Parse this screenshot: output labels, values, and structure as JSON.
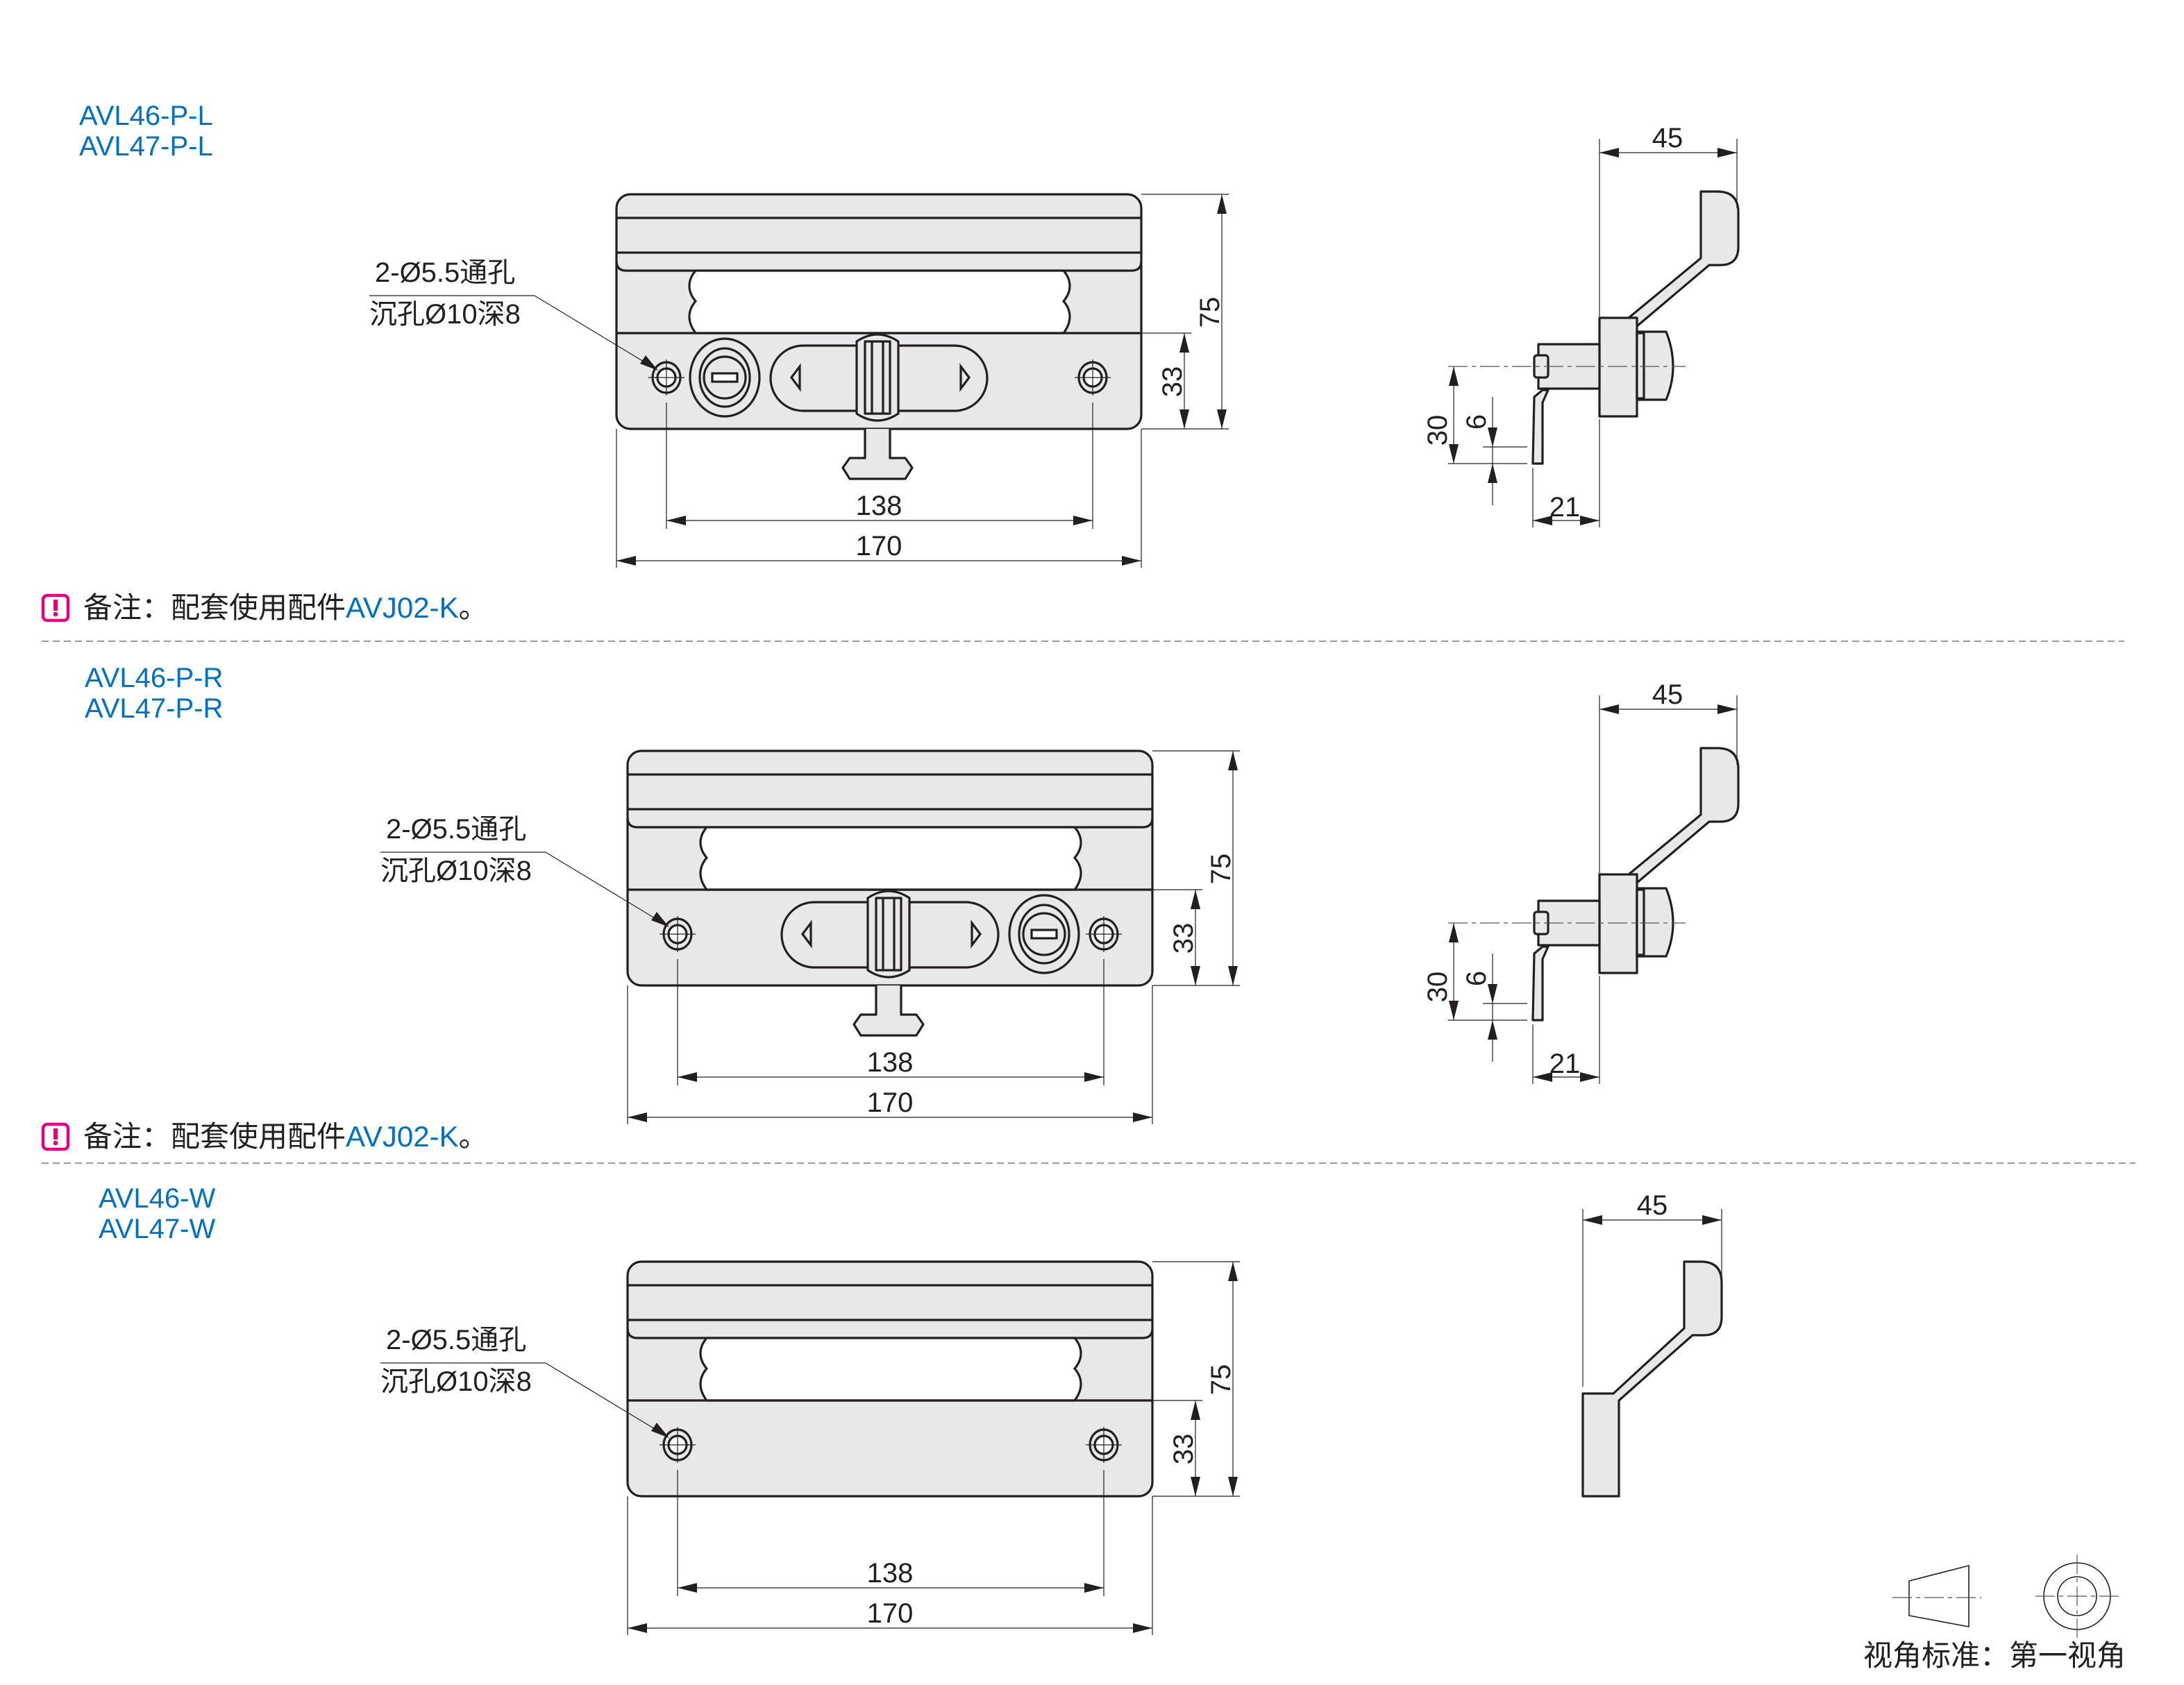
{
  "sections": [
    {
      "models": [
        "AVL46-P-L",
        "AVL47-P-L"
      ],
      "hole_note": [
        "2-Ø5.5通孔",
        "沉孔Ø10深8"
      ],
      "dims": {
        "width_outer": "170",
        "hole_pitch": "138",
        "height": "75",
        "lower_height": "33",
        "side_depth": "45",
        "cam_offset": "30",
        "cam_width": "6",
        "cam_distance": "21"
      },
      "note": {
        "prefix": "备注：配套使用配件",
        "part": "AVJ02-K",
        "suffix": "。"
      }
    },
    {
      "models": [
        "AVL46-P-R",
        "AVL47-P-R"
      ],
      "hole_note": [
        "2-Ø5.5通孔",
        "沉孔Ø10深8"
      ],
      "dims": {
        "width_outer": "170",
        "hole_pitch": "138",
        "height": "75",
        "lower_height": "33",
        "side_depth": "45",
        "cam_offset": "30",
        "cam_width": "6",
        "cam_distance": "21"
      },
      "note": {
        "prefix": "备注：配套使用配件",
        "part": "AVJ02-K",
        "suffix": "。"
      }
    },
    {
      "models": [
        "AVL46-W",
        "AVL47-W"
      ],
      "hole_note": [
        "2-Ø5.5通孔",
        "沉孔Ø10深8"
      ],
      "dims": {
        "width_outer": "170",
        "hole_pitch": "138",
        "height": "75",
        "lower_height": "33",
        "side_depth": "45"
      }
    }
  ],
  "projection": {
    "label": "视角标准：第一视角"
  },
  "colors": {
    "model_label": "#0070c0",
    "note_icon": "#e4007f",
    "part_fill": "#e8e8ea",
    "line": "#231f20"
  }
}
